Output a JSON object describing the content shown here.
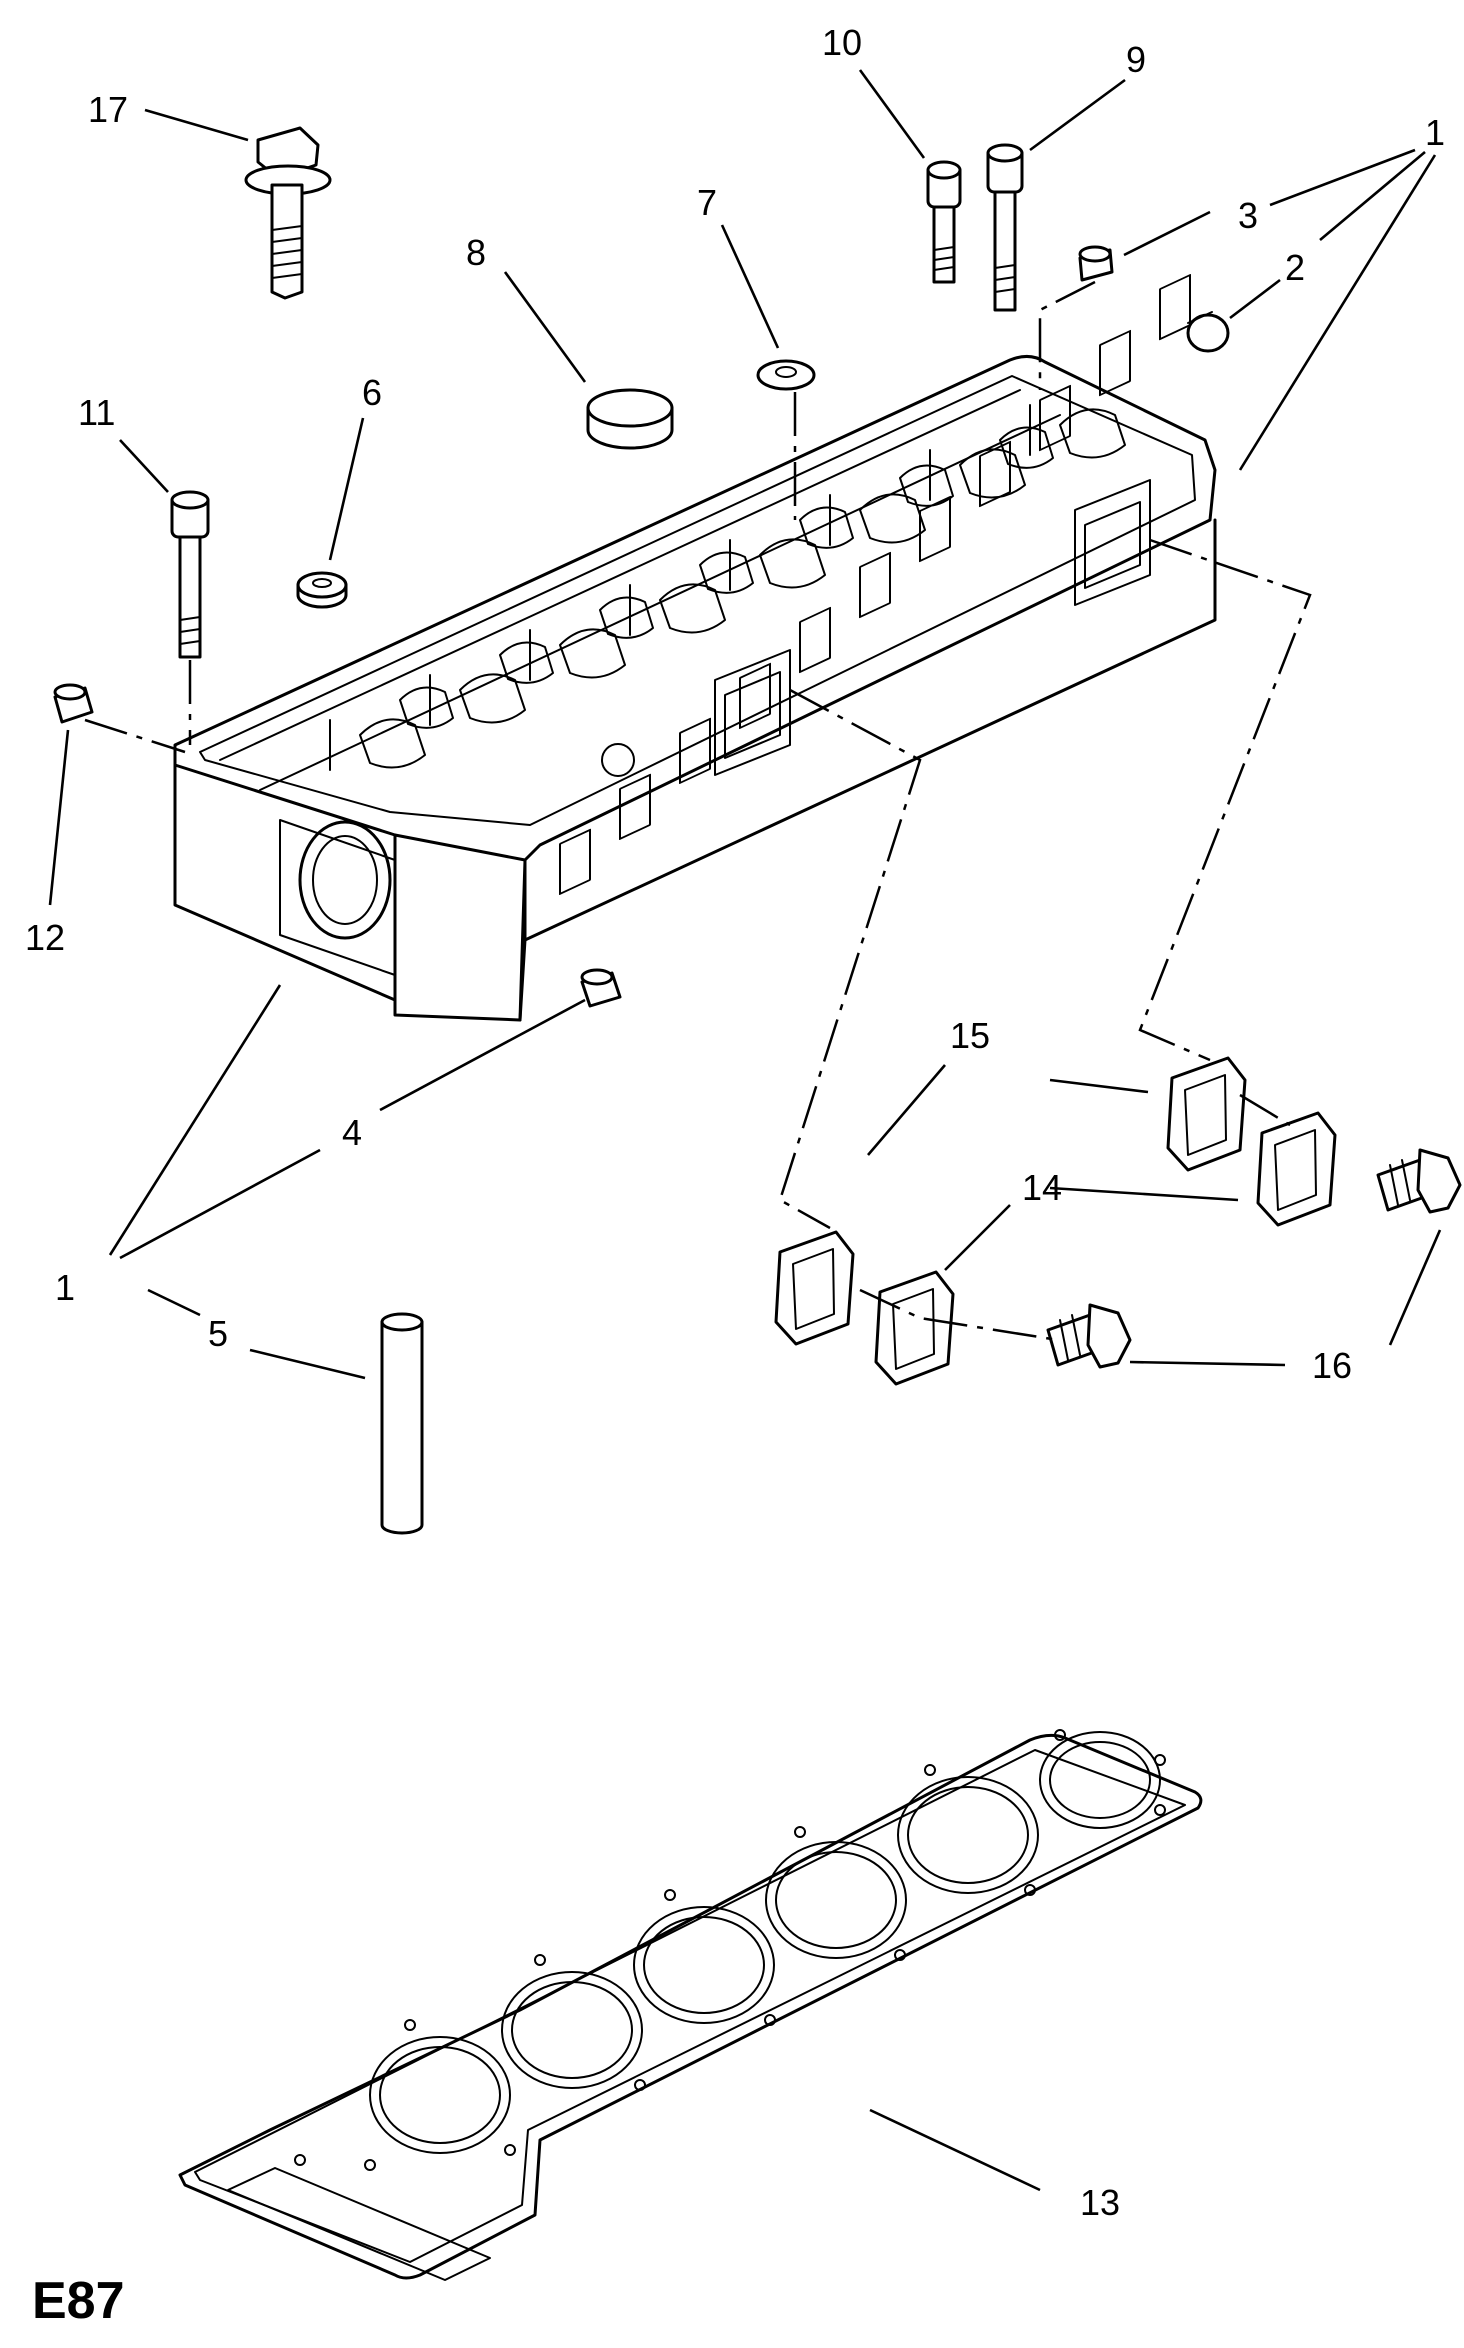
{
  "diagram": {
    "figure_code": "E87",
    "callouts": [
      {
        "id": "c1a",
        "label": "1"
      },
      {
        "id": "c1b",
        "label": "1"
      },
      {
        "id": "c2",
        "label": "2"
      },
      {
        "id": "c3",
        "label": "3"
      },
      {
        "id": "c4",
        "label": "4"
      },
      {
        "id": "c5",
        "label": "5"
      },
      {
        "id": "c6",
        "label": "6"
      },
      {
        "id": "c7",
        "label": "7"
      },
      {
        "id": "c8",
        "label": "8"
      },
      {
        "id": "c9",
        "label": "9"
      },
      {
        "id": "c10",
        "label": "10"
      },
      {
        "id": "c11",
        "label": "11"
      },
      {
        "id": "c12",
        "label": "12"
      },
      {
        "id": "c13",
        "label": "13"
      },
      {
        "id": "c14",
        "label": "14"
      },
      {
        "id": "c15",
        "label": "15"
      },
      {
        "id": "c16",
        "label": "16"
      },
      {
        "id": "c17",
        "label": "17"
      }
    ]
  }
}
